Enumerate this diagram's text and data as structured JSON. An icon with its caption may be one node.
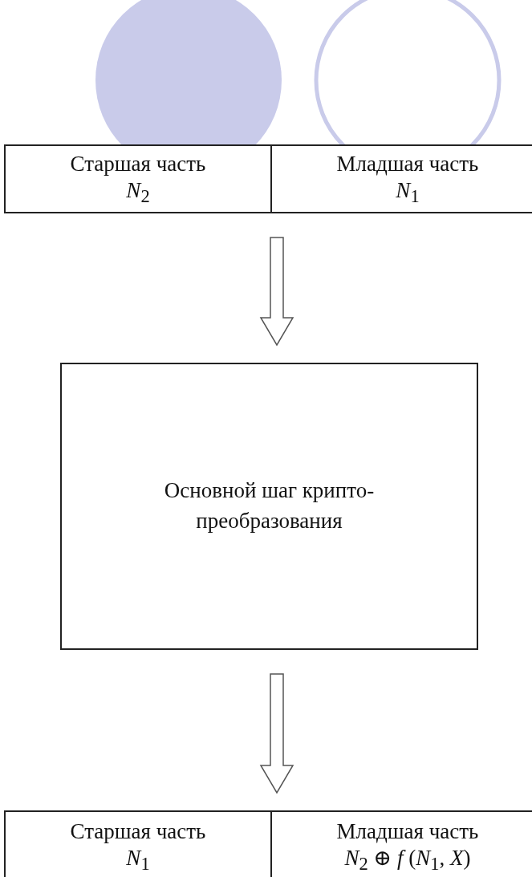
{
  "diagram": {
    "nodes": [
      {
        "text": [],
        "shape": "box"
      },
      {
        "text": [
          "Старшая часть",
          "*N*$_{2}$"
        ],
        "in": 0
      },
      {
        "text": [
          "Младшая часть",
          "*N*$_{1}$"
        ],
        "in": 0
      },
      {
        "text": [
          "Основной шаг крипто-преобразования"
        ]
      },
      {
        "text": [],
        "shape": "box"
      },
      {
        "text": [
          "Старшая часть",
          "*N*$_{1}$"
        ],
        "in": 4
      },
      {
        "text": [
          "Младшая часть",
          "*N*$_{2}$ ⊕ *f* (*N*$_{1}$, *X*)"
        ],
        "in": 4
      }
    ],
    "edges": [
      {
        "from": 0,
        "to": 3,
        "arrow": "to"
      },
      {
        "from": 3,
        "to": 4,
        "arrow": "to"
      }
    ]
  }
}
